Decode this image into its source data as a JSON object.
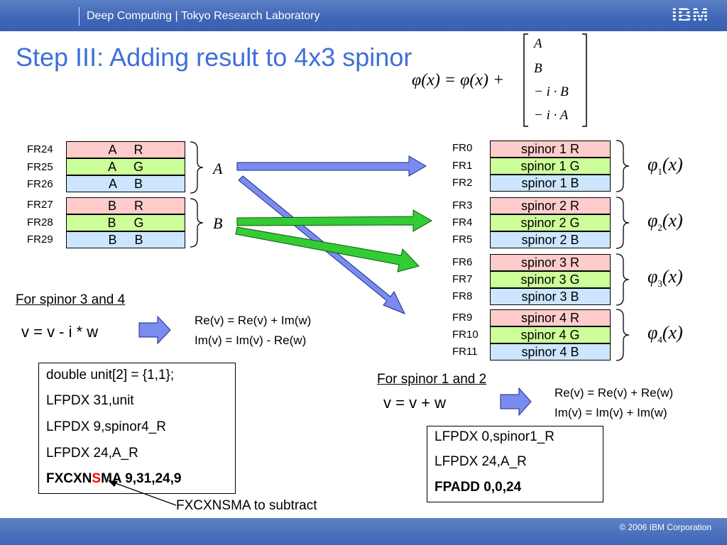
{
  "header": {
    "text": "Deep Computing | Tokyo Research Laboratory",
    "logo": "IBM"
  },
  "title": "Step III: Adding result to 4x3 spinor",
  "formula": {
    "lhs": "φ(x) = φ(x) +",
    "vector": [
      "A",
      "B",
      "− i · B",
      "− i · A"
    ]
  },
  "source": {
    "regs": [
      "FR24",
      "FR25",
      "FR26",
      "FR27",
      "FR28",
      "FR29"
    ],
    "boxes": [
      "A     R",
      "A     G",
      "A     B",
      "B     R",
      "B     G",
      "B     B"
    ],
    "group_labels": [
      "A",
      "B"
    ]
  },
  "target": {
    "regs": [
      "FR0",
      "FR1",
      "FR2",
      "FR3",
      "FR4",
      "FR5",
      "FR6",
      "FR7",
      "FR8",
      "FR9",
      "FR10",
      "FR11"
    ],
    "boxes": [
      "spinor 1 R",
      "spinor 1 G",
      "spinor 1 B",
      "spinor 2 R",
      "spinor 2 G",
      "spinor 2 B",
      "spinor 3 R",
      "spinor 3 G",
      "spinor 3 B",
      "spinor 4 R",
      "spinor 4 G",
      "spinor 4 B"
    ],
    "phi_labels": [
      {
        "base": "φ",
        "sub": "1",
        "arg": "(x)"
      },
      {
        "base": "φ",
        "sub": "2",
        "arg": "(x)"
      },
      {
        "base": "φ",
        "sub": "3",
        "arg": "(x)"
      },
      {
        "base": "φ",
        "sub": "4",
        "arg": "(x)"
      }
    ]
  },
  "left_section": {
    "heading": "For spinor 3 and 4",
    "equation": "v = v - i * w",
    "result": [
      "Re(v) = Re(v) + Im(w)",
      "Im(v) = Im(v) - Re(w)"
    ],
    "code": [
      "double unit[2] = {1,1};",
      "LFPDX 31,unit",
      "LFPDX 9,spinor4_R",
      "LFPDX 24,A_R"
    ],
    "last_code": {
      "pre": "FXCXN",
      "highlight": "S",
      "post": "MA 9,31,24,9"
    },
    "annotation": "FXCXNSMA to subtract"
  },
  "right_section": {
    "heading": "For spinor 1 and 2",
    "equation": "v = v + w",
    "result": [
      "Re(v) = Re(v) + Re(w)",
      "Im(v) = Im(v) + Im(w)"
    ],
    "code": [
      "LFPDX 0,spinor1_R",
      "LFPDX 24,A_R",
      "FPADD 0,0,24"
    ]
  },
  "footer": {
    "copyright": "© 2006 IBM Corporation"
  },
  "colors": {
    "title": "#3f6fd8",
    "bar": "#3f66b7",
    "blue_arrow": "#7b8cf0",
    "green_arrow": "#33cc33"
  }
}
